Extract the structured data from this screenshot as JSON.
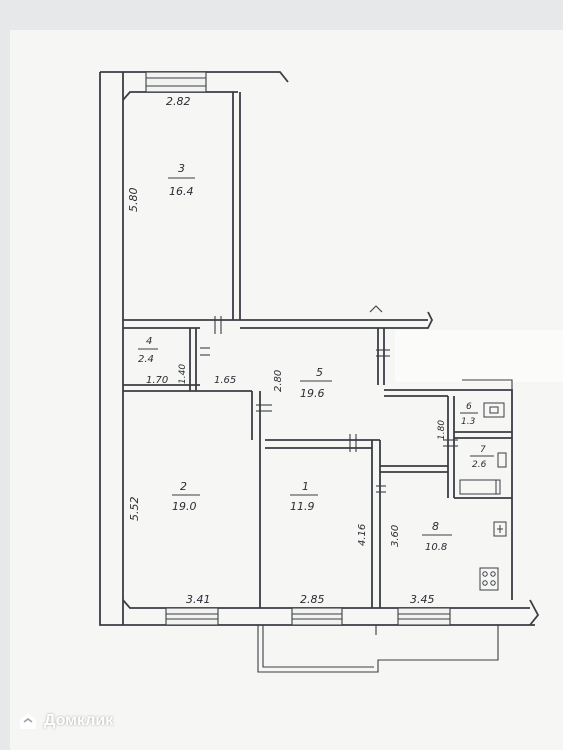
{
  "rooms": [
    {
      "id": "3",
      "area": "16.4"
    },
    {
      "id": "4",
      "area": "2.4"
    },
    {
      "id": "5",
      "area": "19.6"
    },
    {
      "id": "2",
      "area": "19.0"
    },
    {
      "id": "1",
      "area": "11.9"
    },
    {
      "id": "6",
      "area": "1.3"
    },
    {
      "id": "7",
      "area": "2.6"
    },
    {
      "id": "8",
      "area": "10.8"
    }
  ],
  "dimensions": {
    "room3_width": "2.82",
    "room3_length": "5.80",
    "room4_width": "1.70",
    "room4_depth": "1.40",
    "corridor_width": "1.65",
    "corridor_depth": "2.80",
    "room2_length": "5.52",
    "room2_width": "3.41",
    "room1_width": "2.85",
    "room1_length": "4.16",
    "bath_depth": "1.80",
    "kitchen_length": "3.60",
    "kitchen_width": "3.45"
  },
  "watermark": {
    "text": "Домклик",
    "color": "#ffffff"
  },
  "colors": {
    "paper": "#f6f6f4",
    "background": "#e6e8ea",
    "ink": "#3a3d44"
  }
}
